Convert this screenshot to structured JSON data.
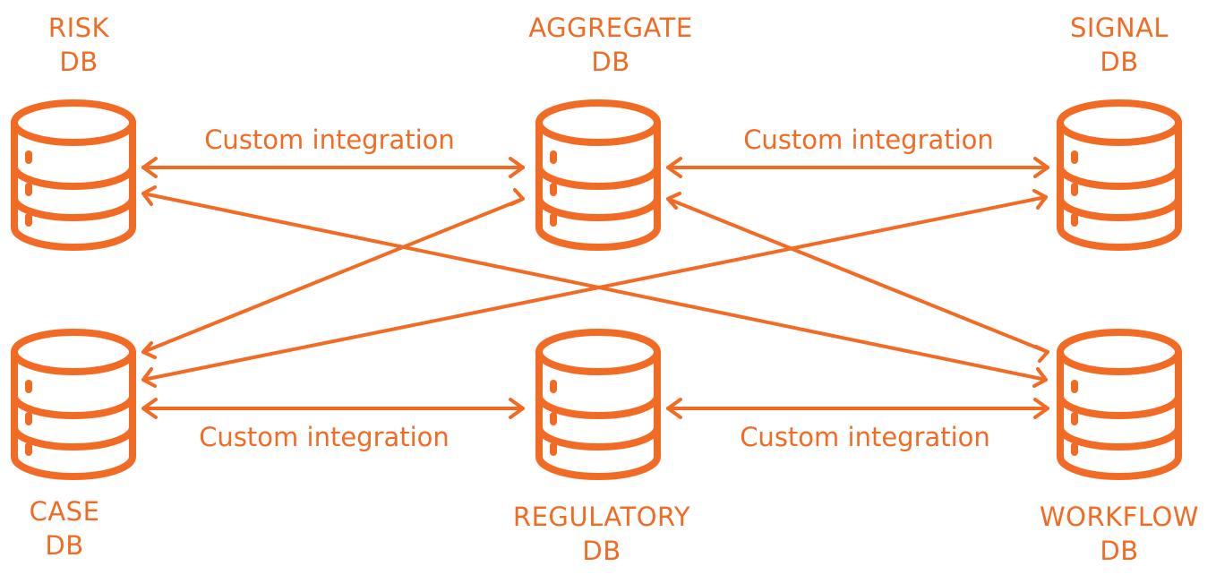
{
  "colors": {
    "accent": "#f26b24",
    "background": "#ffffff"
  },
  "nodes": {
    "risk": {
      "line1": "RISK",
      "line2": "DB",
      "icon": "database-icon"
    },
    "aggregate": {
      "line1": "AGGREGATE",
      "line2": "DB",
      "icon": "database-icon"
    },
    "signal": {
      "line1": "SIGNAL",
      "line2": "DB",
      "icon": "database-icon"
    },
    "case": {
      "line1": "CASE",
      "line2": "DB",
      "icon": "database-icon"
    },
    "regulatory": {
      "line1": "REGULATORY",
      "line2": "DB",
      "icon": "database-icon"
    },
    "workflow": {
      "line1": "WORKFLOW",
      "line2": "DB",
      "icon": "database-icon"
    }
  },
  "edges": {
    "risk_aggregate": {
      "label": "Custom integration",
      "from": "risk",
      "to": "aggregate"
    },
    "aggregate_signal": {
      "label": "Custom integration",
      "from": "aggregate",
      "to": "signal"
    },
    "case_regulatory": {
      "label": "Custom integration",
      "from": "case",
      "to": "regulatory"
    },
    "regulatory_workflow": {
      "label": "Custom integration",
      "from": "regulatory",
      "to": "workflow"
    },
    "risk_workflow": {
      "from": "risk",
      "to": "workflow"
    },
    "aggregate_case": {
      "from": "aggregate",
      "to": "case"
    },
    "signal_case": {
      "from": "signal",
      "to": "case"
    },
    "aggregate_workflow": {
      "from": "aggregate",
      "to": "workflow"
    }
  }
}
